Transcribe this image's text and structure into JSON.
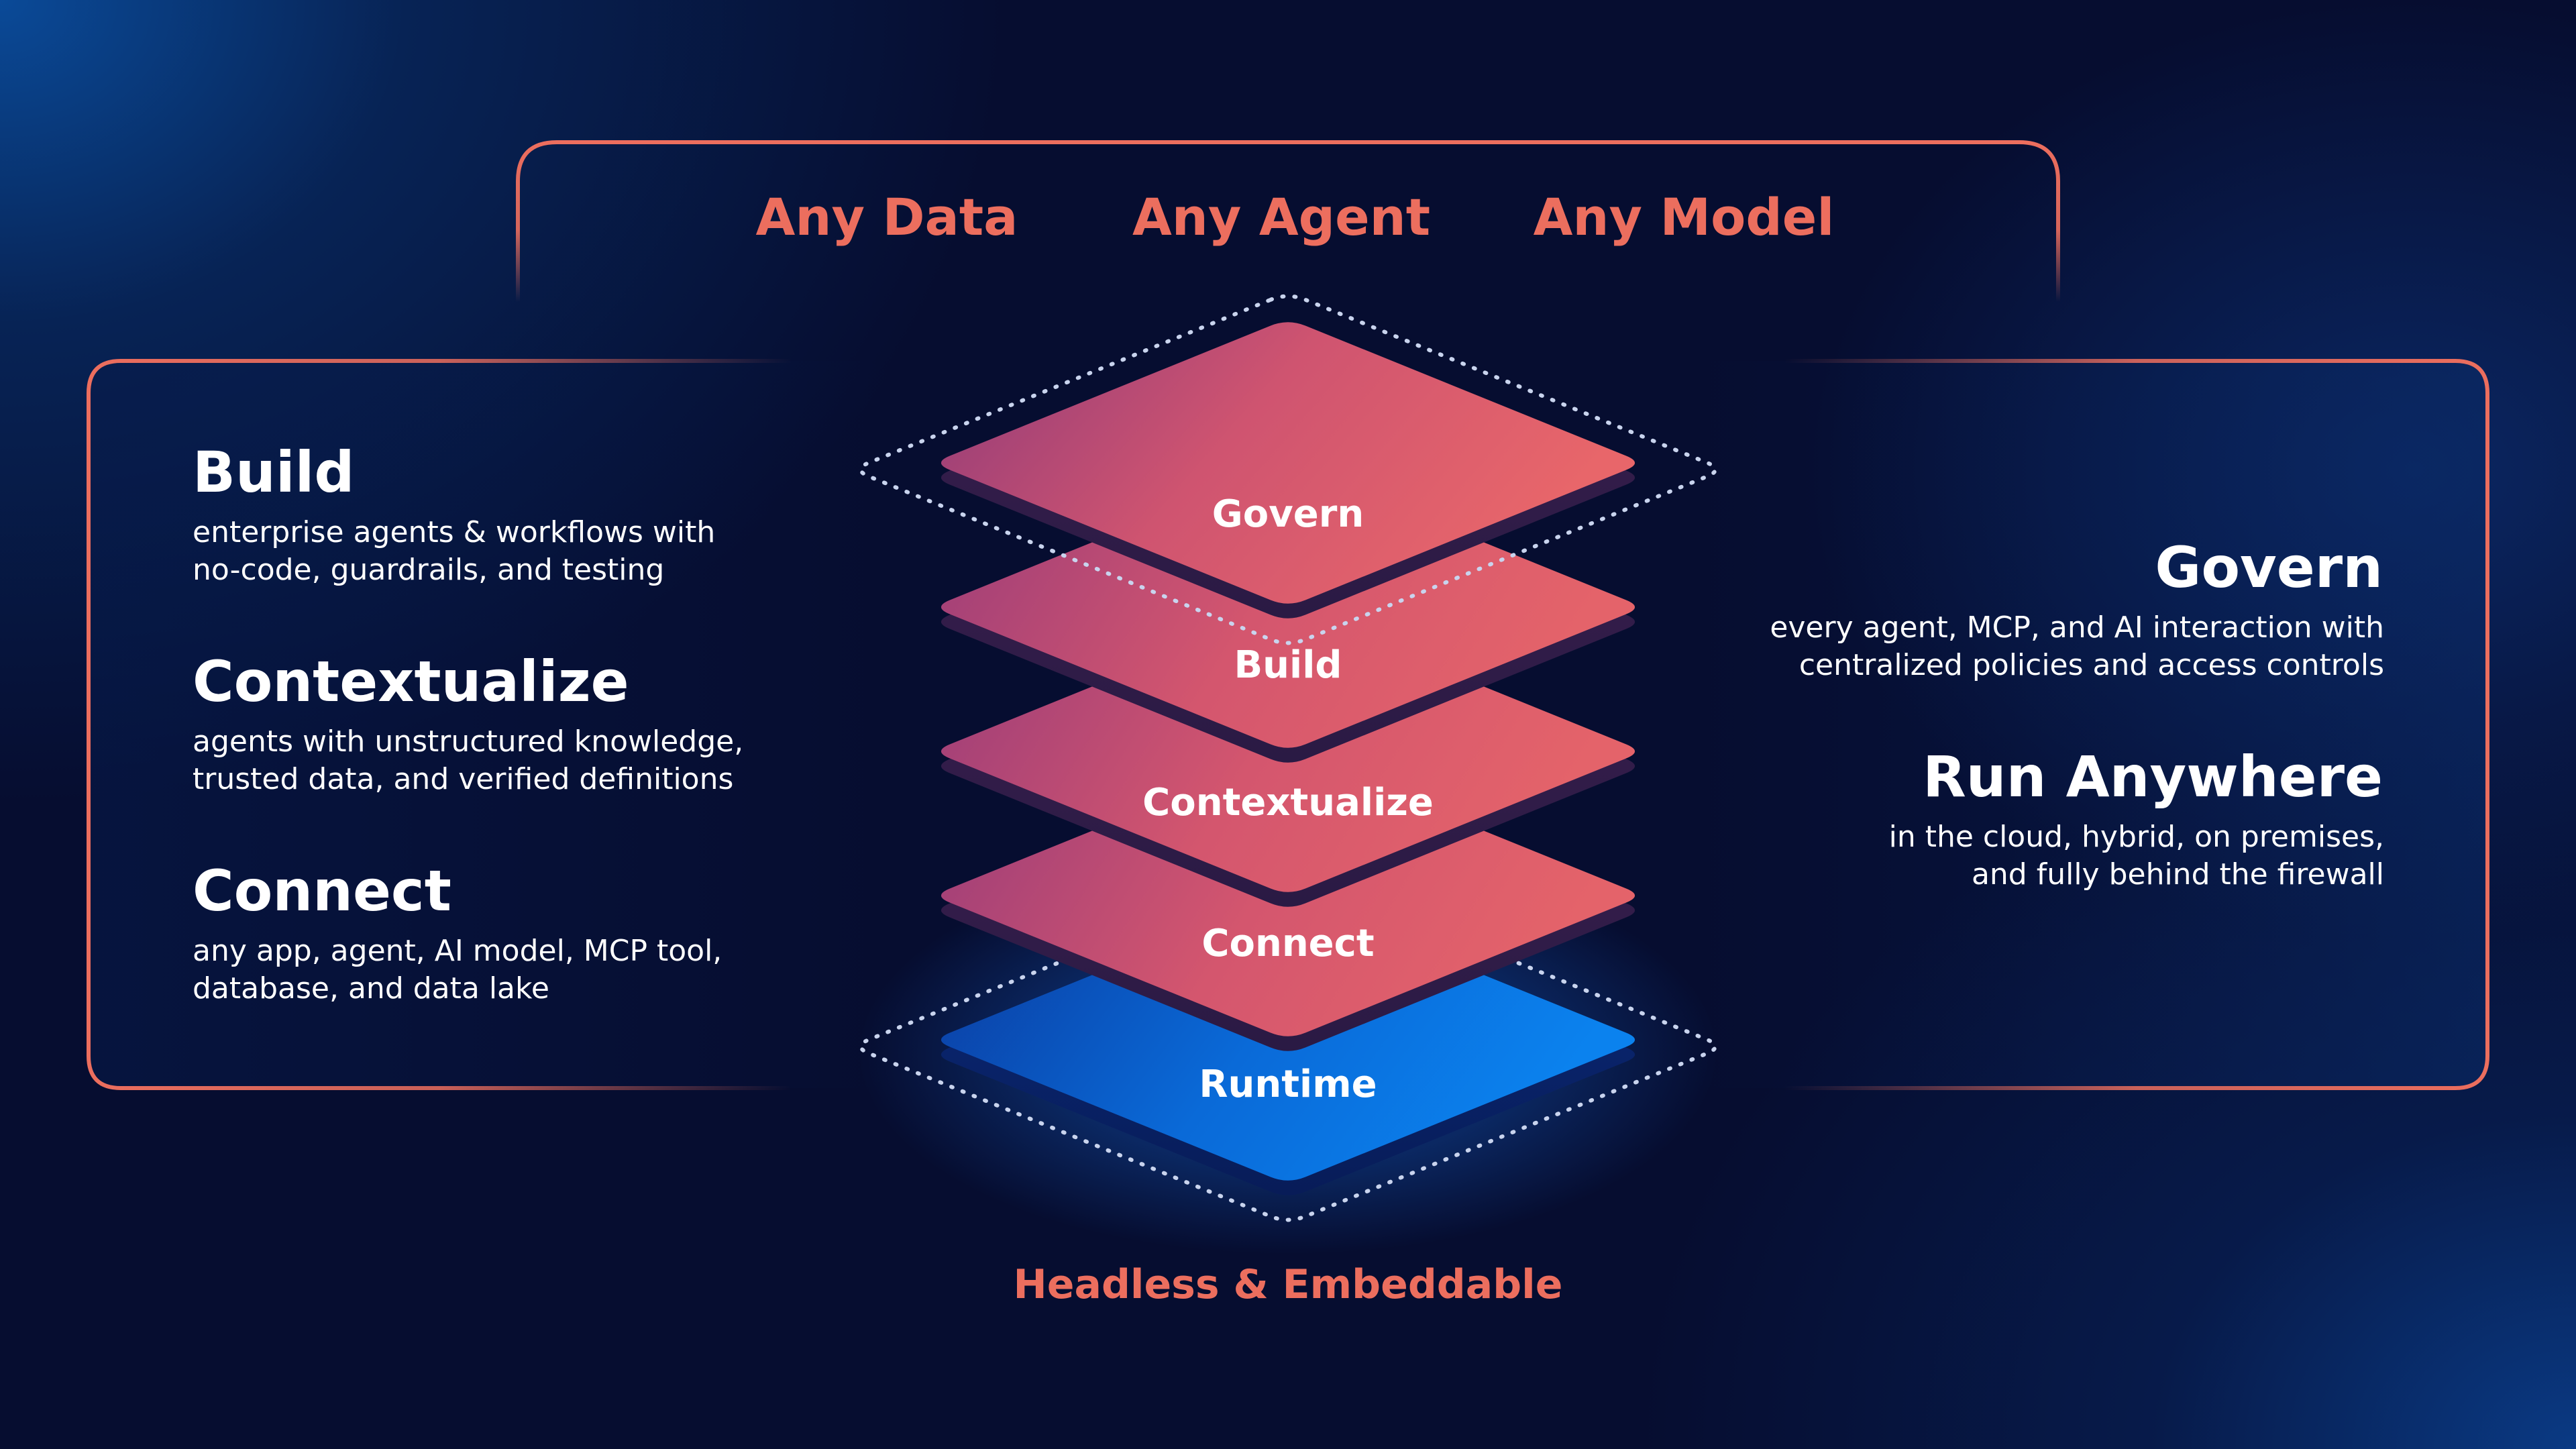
{
  "top": {
    "items": [
      "Any Data",
      "Any Agent",
      "Any Model"
    ]
  },
  "left": {
    "sections": [
      {
        "title": "Build",
        "lines": [
          "enterprise agents & workflows with",
          "no-code, guardrails, and testing"
        ]
      },
      {
        "title": "Contextualize",
        "lines": [
          "agents with unstructured knowledge,",
          "trusted data, and verified definitions"
        ]
      },
      {
        "title": "Connect",
        "lines": [
          "any app, agent, AI model, MCP tool,",
          "database, and data lake"
        ]
      }
    ]
  },
  "right": {
    "sections": [
      {
        "title": "Govern",
        "lines": [
          "every agent, MCP, and AI interaction with",
          "centralized policies and access controls"
        ]
      },
      {
        "title": "Run Anywhere",
        "lines": [
          "in the cloud, hybrid, on premises,",
          "and fully behind the firewall"
        ]
      }
    ]
  },
  "stack": {
    "layers": [
      "Govern",
      "Build",
      "Contextualize",
      "Connect",
      "Runtime"
    ]
  },
  "footer": {
    "label": "Headless & Embeddable"
  },
  "colors": {
    "accent": "#ec6e5e",
    "layer_pink_light": "#e0616c",
    "layer_pink_dark": "#a84278",
    "layer_blue_light": "#0a7cea",
    "layer_blue_dark": "#0b3aa0",
    "background": "#060d30"
  }
}
